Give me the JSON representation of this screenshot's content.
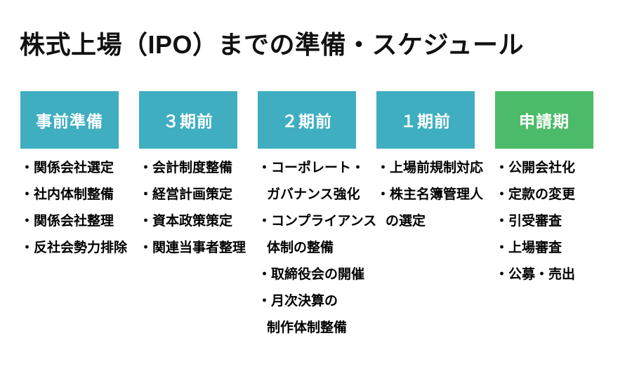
{
  "title": "株式上場（IPO）までの準備・スケジュール",
  "colors": {
    "teal": "#3FAEC1",
    "green": "#4CBB69",
    "header_text": "#FFFFFF",
    "body_text": "#000000"
  },
  "columns": [
    {
      "header": "事前準備",
      "color": "teal",
      "lines": [
        {
          "text": "・関係会社選定",
          "cont": false
        },
        {
          "text": "・社内体制整備",
          "cont": false
        },
        {
          "text": "・関係会社整理",
          "cont": false
        },
        {
          "text": "・反社会勢力排除",
          "cont": false
        }
      ]
    },
    {
      "header": "３期前",
      "color": "teal",
      "lines": [
        {
          "text": "・会計制度整備",
          "cont": false
        },
        {
          "text": "・経営計画策定",
          "cont": false
        },
        {
          "text": "・資本政策策定",
          "cont": false
        },
        {
          "text": "・関連当事者整理",
          "cont": false
        }
      ]
    },
    {
      "header": "２期前",
      "color": "teal",
      "lines": [
        {
          "text": "・コーポレート・",
          "cont": false
        },
        {
          "text": "ガバナンス強化",
          "cont": true
        },
        {
          "text": "・コンプライアンス",
          "cont": false
        },
        {
          "text": "体制の整備",
          "cont": true
        },
        {
          "text": "・取締役会の開催",
          "cont": false
        },
        {
          "text": "・月次決算の",
          "cont": false
        },
        {
          "text": "制作体制整備",
          "cont": true
        }
      ]
    },
    {
      "header": "１期前",
      "color": "teal",
      "lines": [
        {
          "text": "・上場前規制対応",
          "cont": false
        },
        {
          "text": "・株主名簿管理人",
          "cont": false
        },
        {
          "text": "の選定",
          "cont": true
        }
      ]
    },
    {
      "header": "申請期",
      "color": "green",
      "lines": [
        {
          "text": "・公開会社化",
          "cont": false
        },
        {
          "text": "・定款の変更",
          "cont": false
        },
        {
          "text": "・引受審査",
          "cont": false
        },
        {
          "text": "・上場審査",
          "cont": false
        },
        {
          "text": "・公募・売出",
          "cont": false
        }
      ]
    }
  ]
}
